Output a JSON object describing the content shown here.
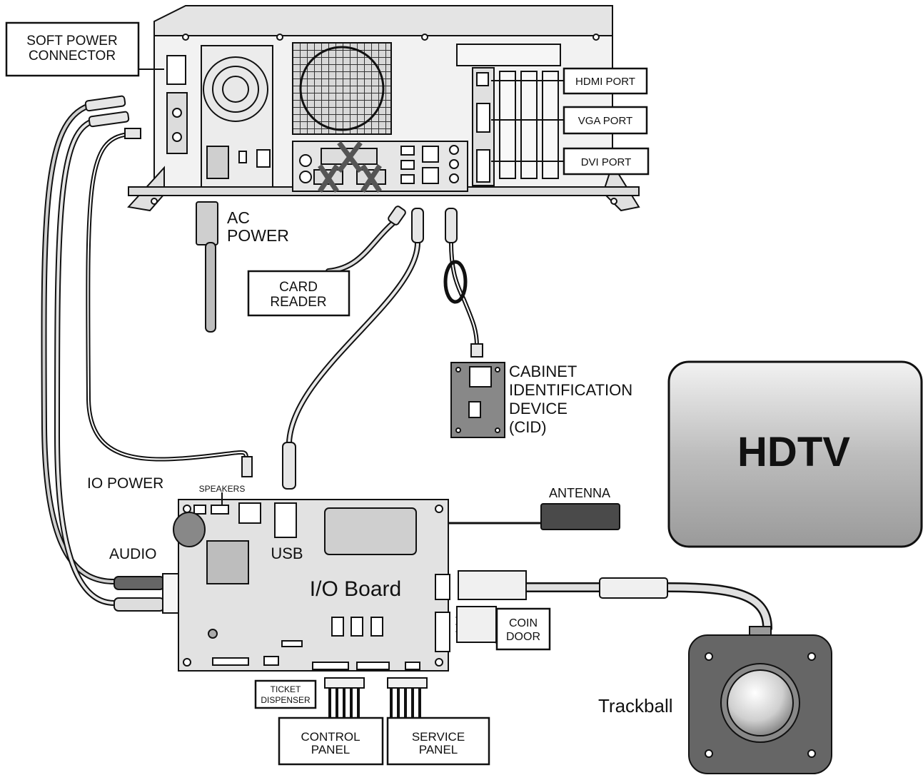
{
  "labels": {
    "soft_power_1": "SOFT POWER",
    "soft_power_2": "CONNECTOR",
    "hdmi": "HDMI PORT",
    "vga": "VGA PORT",
    "dvi": "DVI PORT",
    "ac_1": "AC",
    "ac_2": "POWER",
    "card_1": "CARD",
    "card_2": "READER",
    "cid_1": "CABINET",
    "cid_2": "IDENTIFICATION",
    "cid_3": "DEVICE",
    "cid_4": "(CID)",
    "hdtv": "HDTV",
    "io_power": "IO POWER",
    "speakers": "SPEAKERS",
    "antenna": "ANTENNA",
    "audio": "AUDIO",
    "usb": "USB",
    "io_board": "I/O Board",
    "coin_1": "COIN",
    "coin_2": "DOOR",
    "ticket_1": "TICKET",
    "ticket_2": "DISPENSER",
    "control_1": "CONTROL",
    "control_2": "PANEL",
    "service_1": "SERVICE",
    "service_2": "PANEL",
    "trackball": "Trackball"
  },
  "colors": {
    "line": "#111111",
    "metal": "#e6e6e6",
    "board": "#e2e2e2",
    "hdtv_fill": "#bdbdbd"
  }
}
